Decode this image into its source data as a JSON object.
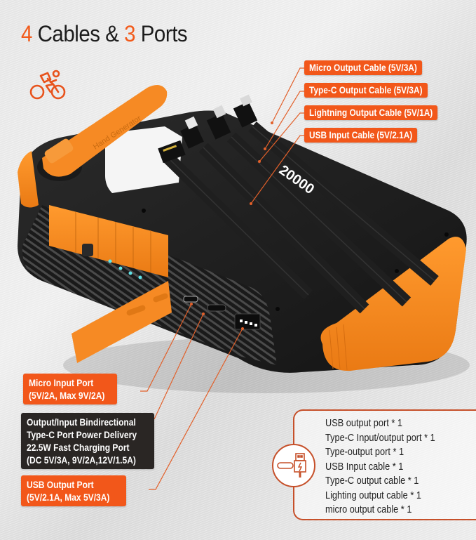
{
  "title": {
    "num1": "4",
    "part1": " Cables & ",
    "num2": "3",
    "part2": " Ports"
  },
  "icons": {
    "bike": "cyclist-icon",
    "package": "usb-cable-icon"
  },
  "product": {
    "crank_text": "Hand Generator",
    "capacity_text": "20000"
  },
  "cable_labels": [
    {
      "text": "Micro Output Cable (5V/3A)"
    },
    {
      "text": "Type-C Output Cable (5V/3A)"
    },
    {
      "text": "Lightning Output Cable (5V/1A)"
    },
    {
      "text": "USB Input Cable (5V/2.1A)"
    }
  ],
  "port_labels": [
    {
      "lines": [
        "Micro Input Port",
        "(5V/2A, Max 9V/2A)"
      ],
      "style": "orange"
    },
    {
      "lines": [
        "Output/Input Bindirectional",
        "Type-C Port Power Delivery",
        "22.5W Fast Charging Port",
        "(DC 5V/3A, 9V/2A,12V/1.5A)"
      ],
      "style": "dark"
    },
    {
      "lines": [
        "USB Output Port",
        "(5V/2.1A, Max 5V/3A)"
      ],
      "style": "orange"
    }
  ],
  "package_list": [
    "USB output port * 1",
    "Type-C Input/output port * 1",
    "Type-output port * 1",
    "USB Input cable * 1",
    "Type-C output  cable * 1",
    "Lighting output cable * 1",
    "micro output  cable * 1"
  ],
  "colors": {
    "accent": "#f2571a",
    "dark_label": "#2a2624",
    "device_body": "#1e1e1e",
    "device_orange": "#f7891f",
    "outline": "#c6502a"
  }
}
